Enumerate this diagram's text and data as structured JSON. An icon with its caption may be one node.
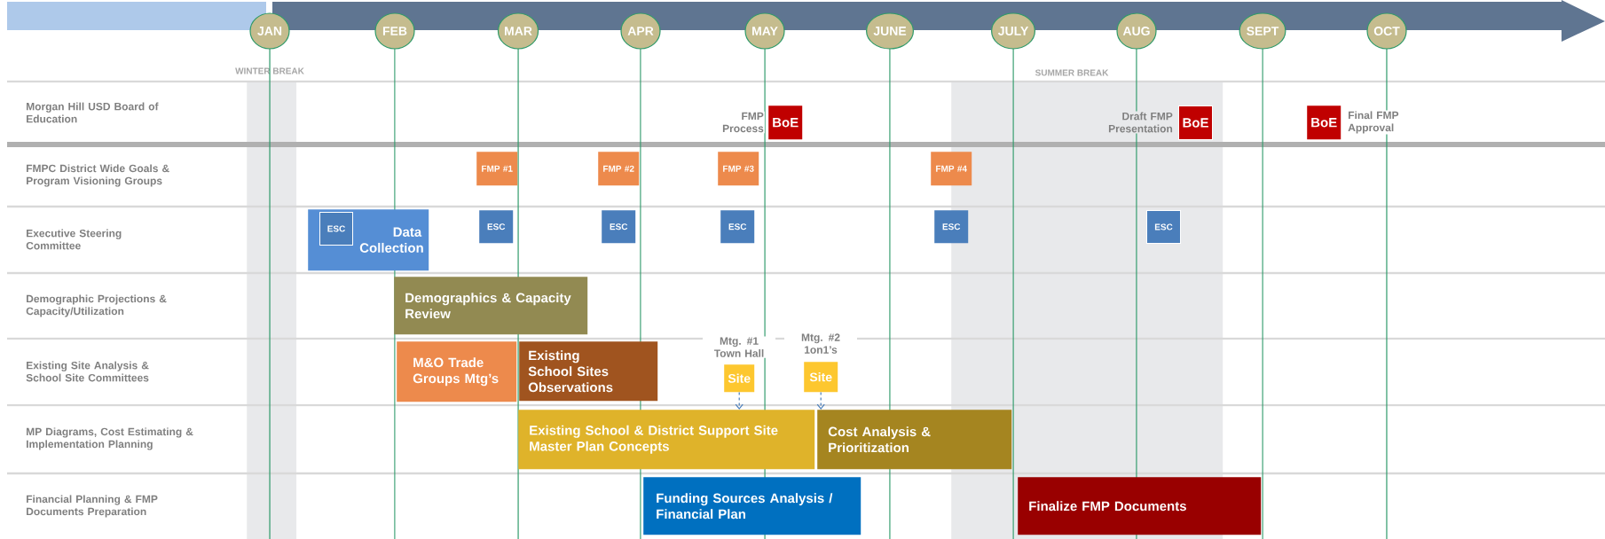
{
  "diagram": {
    "nodes": [
      {
        "text": [
          "JAN"
        ]
      },
      {
        "text": [
          "FEB"
        ]
      },
      {
        "text": [
          "MAR"
        ]
      },
      {
        "text": [
          "APR"
        ]
      },
      {
        "text": [
          "MAY"
        ]
      },
      {
        "text": [
          "JUNE"
        ]
      },
      {
        "text": [
          "JULY"
        ]
      },
      {
        "text": [
          "AUG"
        ]
      },
      {
        "text": [
          "SEPT"
        ]
      },
      {
        "text": [
          "OCT"
        ]
      },
      {
        "text": [
          "BoE"
        ],
        "beside": [
          "FMP Process"
        ]
      },
      {
        "text": [
          "BoE"
        ],
        "beside": [
          "Draft FMP Presentation"
        ],
        "in": 34
      },
      {
        "text": [
          "BoE"
        ],
        "beside": [
          "Final FMP Approval"
        ]
      },
      {
        "text": [
          "FMP #1"
        ]
      },
      {
        "text": [
          "FMP #2"
        ]
      },
      {
        "text": [
          "FMP #3"
        ]
      },
      {
        "text": [
          "FMP #4"
        ]
      },
      {
        "text": [
          "Data Collection"
        ]
      },
      {
        "text": [
          "ESC"
        ],
        "in": 17
      },
      {
        "text": [
          "ESC"
        ]
      },
      {
        "text": [
          "ESC"
        ]
      },
      {
        "text": [
          "ESC"
        ]
      },
      {
        "text": [
          "ESC"
        ]
      },
      {
        "text": [
          "ESC"
        ],
        "in": 34
      },
      {
        "text": [
          "Demographics & Capacity Review"
        ]
      },
      {
        "text": [
          "M&O Trade Groups Mtg’s"
        ]
      },
      {
        "text": [
          "Existing School Sites Observations"
        ]
      },
      {
        "text": [
          "Site"
        ],
        "beside": [
          "Mtg. #1 Town Hall"
        ]
      },
      {
        "text": [
          "Site"
        ],
        "beside": [
          "Mtg. #2 1on1’s"
        ]
      },
      {
        "text": [
          "Existing School & District Support Site Master Plan Concepts"
        ]
      },
      {
        "text": [
          "Cost Analysis & Prioritization"
        ]
      },
      {
        "text": [
          "Funding Sources Analysis / Financial Plan"
        ]
      },
      {
        "text": [
          "Finalize FMP Documents"
        ]
      },
      {
        "text": [
          "WINTER BREAK"
        ]
      },
      {
        "text": [
          "SUMMER BREAK"
        ]
      }
    ],
    "edges": [
      {
        "from": 27,
        "to": 29,
        "arrow": "to",
        "style": "dashed"
      },
      {
        "from": 28,
        "to": 30,
        "arrow": "to",
        "style": "dashed"
      }
    ],
    "labels": [
      "Morgan Hill USD Board of Education",
      "FMPC District Wide Goals & Program Visioning Groups",
      "Executive Steering Committee",
      "Demographic Projections & Capacity/Utilization",
      "Existing Site Analysis & School Site Committees",
      "MP Diagrams, Cost Estimating & Implementation Planning",
      "Financial Planning & FMP Documents Preparation"
    ]
  }
}
